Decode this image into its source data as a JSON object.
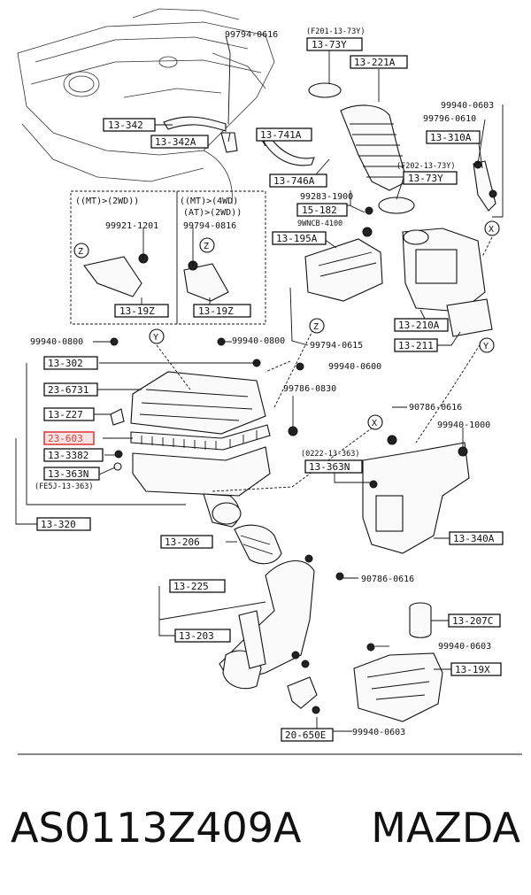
{
  "callouts": [
    {
      "id": "c1",
      "text": "99794-0616"
    },
    {
      "id": "c2",
      "text": "(F201-13-73Y)"
    },
    {
      "id": "c3",
      "text": "99940-0603"
    },
    {
      "id": "c4",
      "text": "99796-0610"
    },
    {
      "id": "c5",
      "text": "(F202-13-73Y)"
    },
    {
      "id": "c6",
      "text": "99921-1201"
    },
    {
      "id": "c7",
      "text": "99794-0816"
    },
    {
      "id": "c8",
      "text": "99283-1900"
    },
    {
      "id": "c9",
      "text": "9WNCB-4100"
    },
    {
      "id": "c10",
      "text": "99940-0800"
    },
    {
      "id": "c11",
      "text": "99940-0800"
    },
    {
      "id": "c12",
      "text": "99794-0615"
    },
    {
      "id": "c13",
      "text": "99940-0600"
    },
    {
      "id": "c14",
      "text": "99786-0830"
    },
    {
      "id": "c15",
      "text": "90786-0616"
    },
    {
      "id": "c16",
      "text": "99940-1000"
    },
    {
      "id": "c17",
      "text": "(0222-13-363)"
    },
    {
      "id": "c18",
      "text": "(FE5J-13-363)"
    },
    {
      "id": "c19",
      "text": "90786-0616"
    },
    {
      "id": "c20",
      "text": "99940-0603"
    },
    {
      "id": "c21",
      "text": "99940-0603"
    }
  ],
  "parts": [
    {
      "id": "p1",
      "text": "13-73Y"
    },
    {
      "id": "p2",
      "text": "13-221A"
    },
    {
      "id": "p3",
      "text": "13-342"
    },
    {
      "id": "p4",
      "text": "13-342A"
    },
    {
      "id": "p5",
      "text": "13-741A"
    },
    {
      "id": "p6",
      "text": "13-310A"
    },
    {
      "id": "p7",
      "text": "13-746A"
    },
    {
      "id": "p8",
      "text": "13-73Y"
    },
    {
      "id": "p9",
      "text": "15-182"
    },
    {
      "id": "p10",
      "text": "13-195A"
    },
    {
      "id": "p11",
      "text": "13-19Z"
    },
    {
      "id": "p12",
      "text": "13-19Z"
    },
    {
      "id": "p13",
      "text": "13-210A"
    },
    {
      "id": "p14",
      "text": "13-211"
    },
    {
      "id": "p15",
      "text": "13-302"
    },
    {
      "id": "p16",
      "text": "23-6731"
    },
    {
      "id": "p17",
      "text": "13-Z27"
    },
    {
      "id": "p18",
      "text": "23-603"
    },
    {
      "id": "p19",
      "text": "13-3382"
    },
    {
      "id": "p20",
      "text": "13-363N"
    },
    {
      "id": "p21",
      "text": "13-320"
    },
    {
      "id": "p22",
      "text": "13-363N"
    },
    {
      "id": "p23",
      "text": "13-340A"
    },
    {
      "id": "p24",
      "text": "13-206"
    },
    {
      "id": "p25",
      "text": "13-225"
    },
    {
      "id": "p26",
      "text": "13-203"
    },
    {
      "id": "p27",
      "text": "13-207C"
    },
    {
      "id": "p28",
      "text": "13-19X"
    },
    {
      "id": "p29",
      "text": "20-650E"
    }
  ],
  "variants": {
    "left_1": "((MT)>(2WD))",
    "right_1": "((MT)>(4WD)",
    "right_2": "(AT)>(2WD))"
  },
  "markers": {
    "z": "Z",
    "x": "X",
    "y": "Y"
  },
  "highlight_color": "#e04040",
  "footer": {
    "part_number": "AS0113Z409A",
    "brand": "MAZDA"
  }
}
